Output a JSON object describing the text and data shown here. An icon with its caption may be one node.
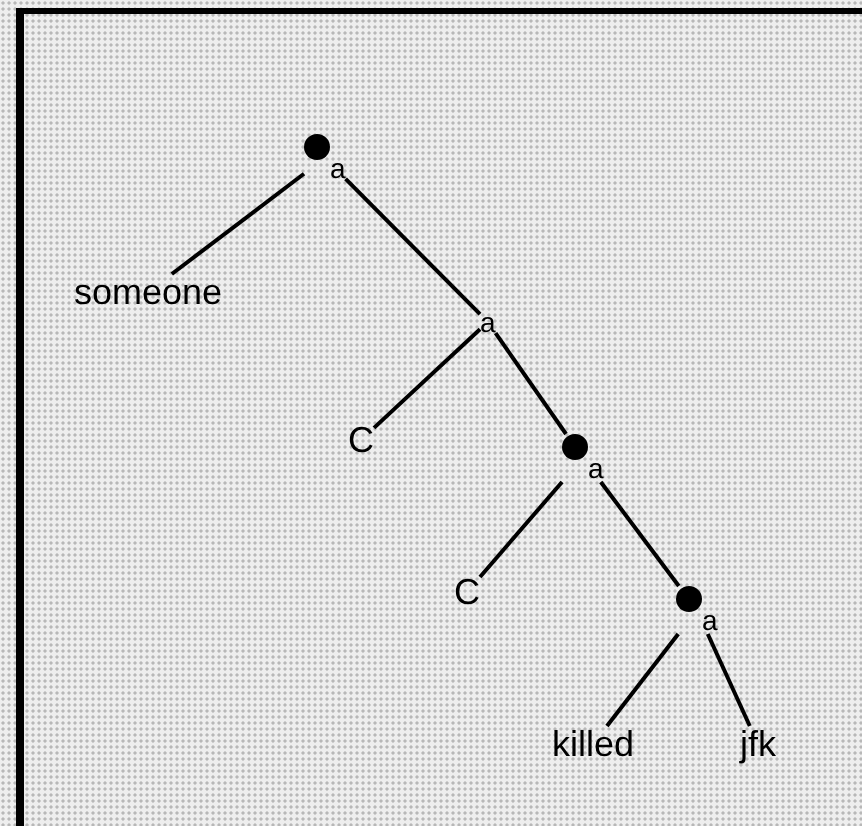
{
  "diagram": {
    "nodes": [
      {
        "text": [
          "a"
        ]
      },
      {
        "text": [
          "someone"
        ]
      },
      {
        "text": [
          "a"
        ]
      },
      {
        "text": [
          "C"
        ]
      },
      {
        "text": [
          "a"
        ]
      },
      {
        "text": [
          "C"
        ]
      },
      {
        "text": [
          "a"
        ]
      },
      {
        "text": [
          "killed"
        ]
      },
      {
        "text": [
          "jfk"
        ]
      }
    ],
    "edges": [
      {
        "from": 0,
        "to": 1,
        "arrow": "none"
      },
      {
        "from": 0,
        "to": 2,
        "arrow": "none"
      },
      {
        "from": 2,
        "to": 3,
        "arrow": "none"
      },
      {
        "from": 2,
        "to": 4,
        "arrow": "none"
      },
      {
        "from": 4,
        "to": 5,
        "arrow": "none"
      },
      {
        "from": 4,
        "to": 6,
        "arrow": "none"
      },
      {
        "from": 6,
        "to": 7,
        "arrow": "none"
      },
      {
        "from": 6,
        "to": 8,
        "arrow": "none"
      }
    ]
  }
}
